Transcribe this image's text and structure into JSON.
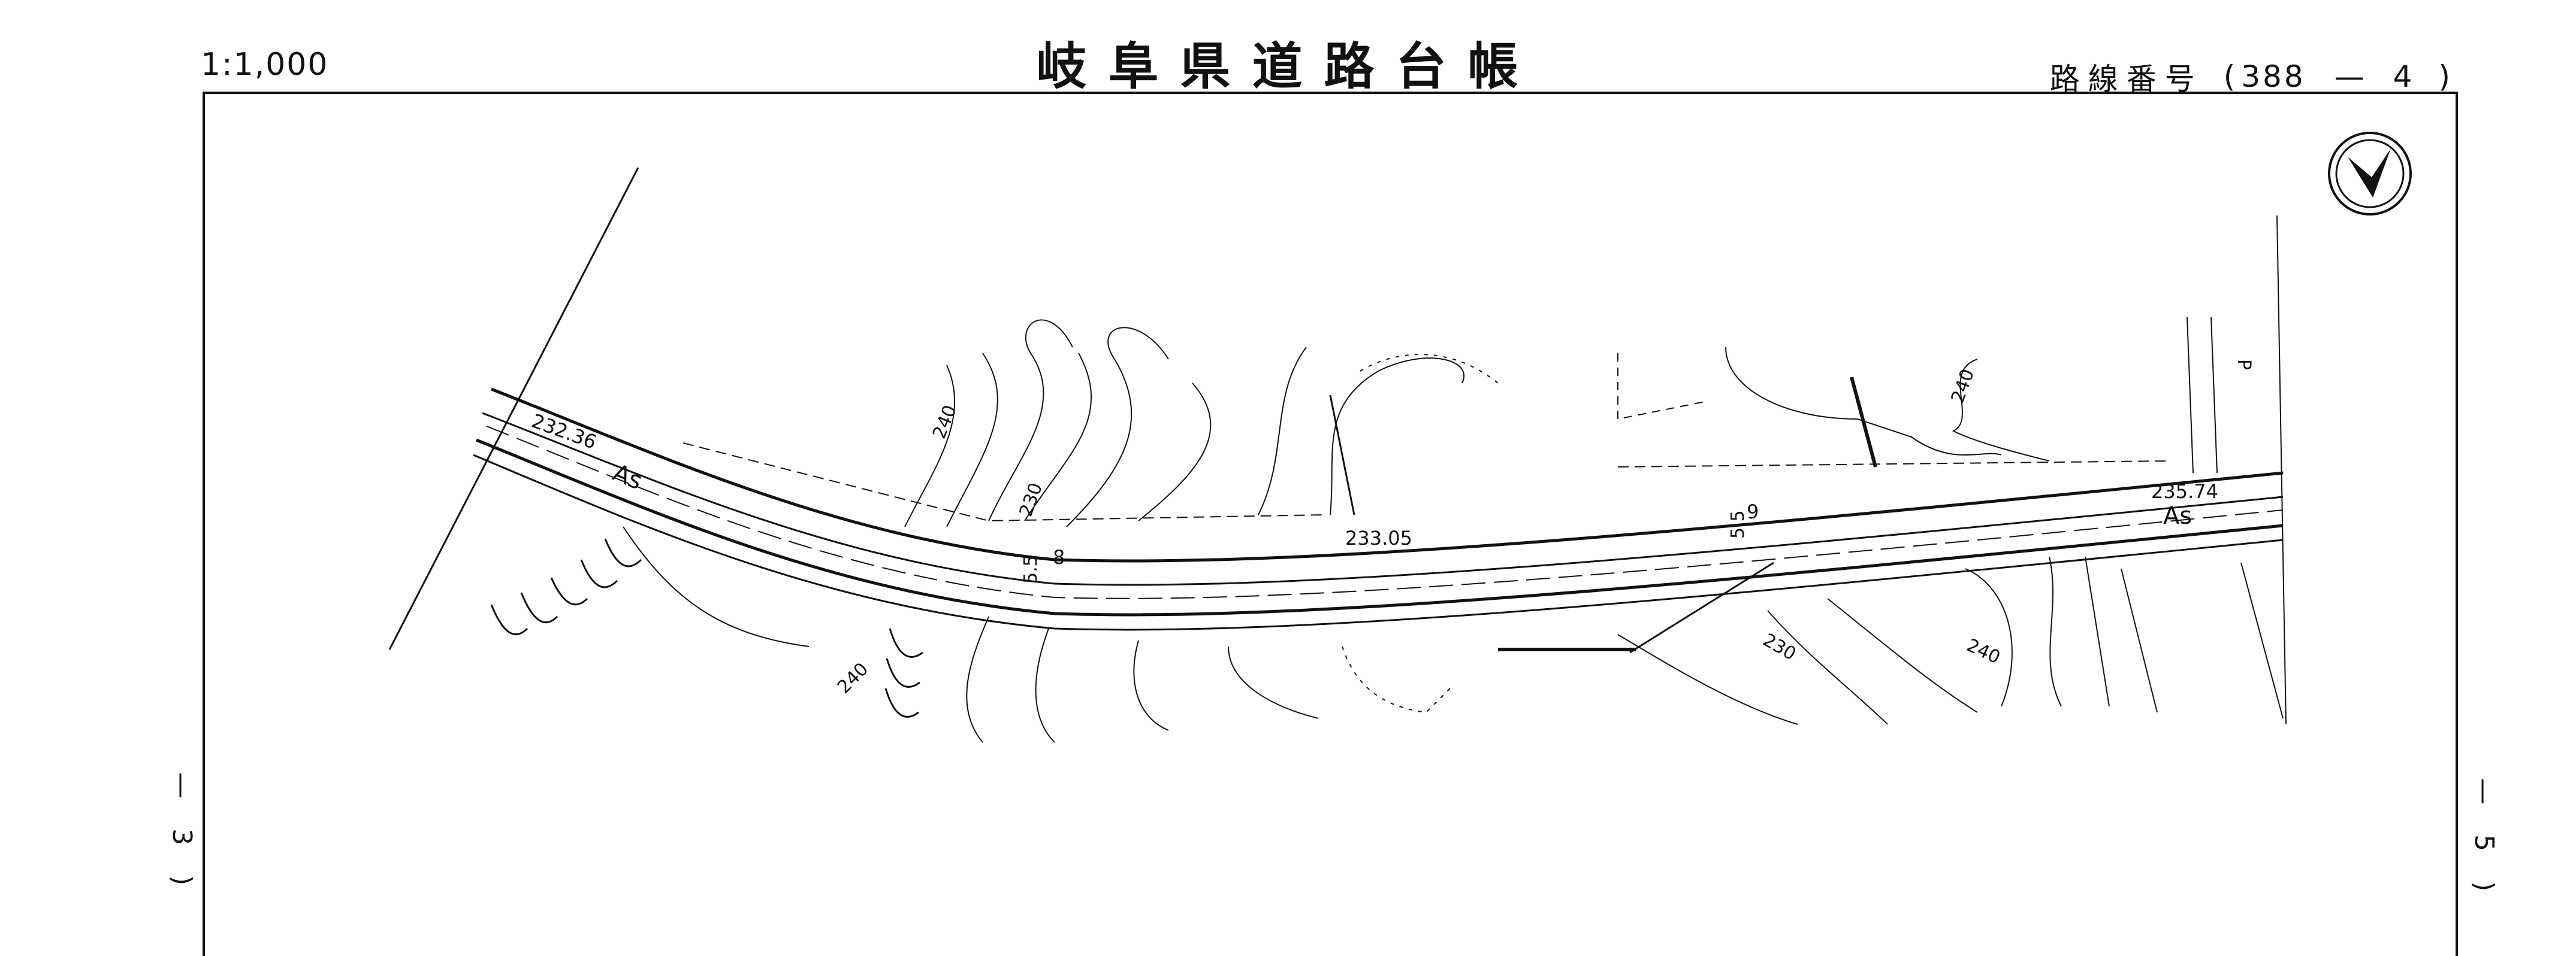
{
  "header": {
    "scale": "1:1,000",
    "title": "岐阜県道路台帳",
    "route_label": "路線番号",
    "route_number": "388",
    "route_section": "4",
    "open_paren": "(",
    "close_paren": ")",
    "dash": "—"
  },
  "map_labels": {
    "elev_left": "232.36",
    "elev_mid": "233.05",
    "elev_right": "235.74",
    "surface_left": "As",
    "surface_right": "As",
    "width_a": "5.5",
    "width_a_no": "8",
    "width_b": "5.5",
    "width_b_no": "9",
    "contour_240_a": "240",
    "contour_230_a": "230",
    "contour_240_b": "240",
    "contour_240_c": "240",
    "contour_230_b": "230",
    "contour_240_d": "240",
    "parking": "P"
  },
  "page_marks": {
    "left": "— 3 )",
    "right": "— 5 )"
  },
  "north_arrow": "north-arrow-icon"
}
